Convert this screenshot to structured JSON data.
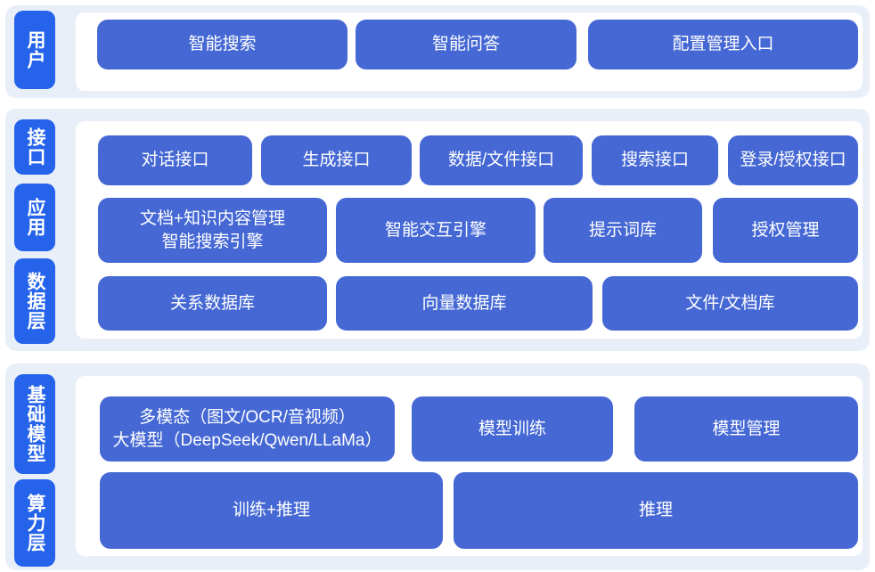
{
  "colors": {
    "section_bg": "#e9eff8",
    "panel_bg": "#ffffff",
    "label_bg": "#2563eb",
    "box_bg": "#4568d4",
    "box_text": "#ffffff"
  },
  "layers": {
    "user": {
      "label": "用户",
      "boxes": [
        "智能搜索",
        "智能问答",
        "配置管理入口"
      ]
    },
    "interface": {
      "label": "接口",
      "boxes": [
        "对话接口",
        "生成接口",
        "数据/文件接口",
        "搜索接口",
        "登录/授权接口"
      ]
    },
    "application": {
      "label": "应用",
      "boxes": [
        "文档+知识内容管理\n智能搜索引擎",
        "智能交互引擎",
        "提示词库",
        "授权管理"
      ]
    },
    "data": {
      "label": "数据层",
      "boxes": [
        "关系数据库",
        "向量数据库",
        "文件/文档库"
      ]
    },
    "foundation_model": {
      "label": "基础模型",
      "boxes": [
        "多模态（图文/OCR/音视频）\n大模型（DeepSeek/Qwen/LLaMa）",
        "模型训练",
        "模型管理"
      ]
    },
    "compute": {
      "label": "算力层",
      "boxes": [
        "训练+推理",
        "推理"
      ]
    }
  }
}
